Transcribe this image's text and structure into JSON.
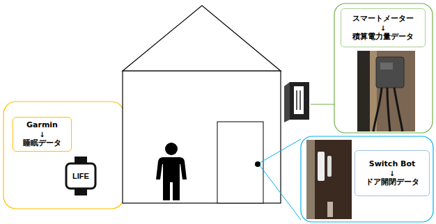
{
  "diagram": {
    "nodes": [
      {
        "text": [
          "スマートメーター",
          "↓",
          "積算電力量データ"
        ]
      },
      {
        "text": [
          "Garmin",
          "↓",
          "睡眠データ"
        ]
      },
      {
        "text": [
          "Switch Bot",
          "↓",
          "ドア開閉データ"
        ]
      }
    ],
    "labels": [
      "LIFE"
    ]
  }
}
